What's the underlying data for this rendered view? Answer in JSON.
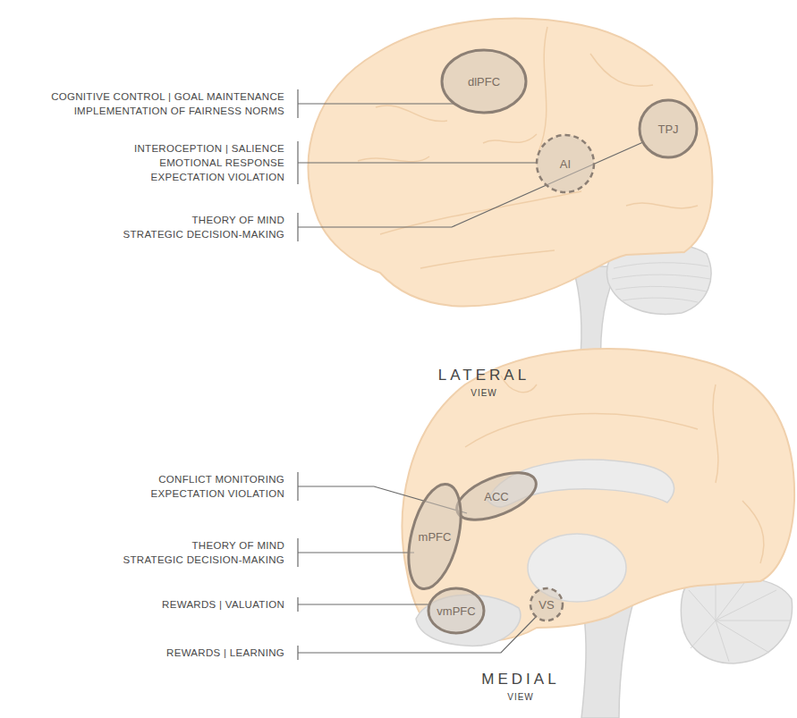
{
  "diagram": {
    "nodes": [
      {
        "text": [
          "dlPFC"
        ]
      },
      {
        "text": [
          "AI"
        ]
      },
      {
        "text": [
          "TPJ"
        ]
      },
      {
        "text": [
          "ACC"
        ]
      },
      {
        "text": [
          "mPFC"
        ]
      },
      {
        "text": [
          "vmPFC"
        ]
      },
      {
        "text": [
          "VS"
        ]
      }
    ],
    "labels": [
      "COGNITIVE CONTROL | GOAL MAINTENANCE IMPLEMENTATION OF FAIRNESS NORMS",
      "INTEROCEPTION | SALIENCE EMOTIONAL RESPONSE EXPECTATION VIOLATION",
      "THEORY OF MIND STRATEGIC DECISION-MAKING",
      "LATERAL",
      "VIEW",
      "CONFLICT MONITORING EXPECTATION VIOLATION",
      "THEORY OF MIND STRATEGIC DECISION-MAKING",
      "REWARDS | VALUATION",
      "REWARDS | LEARNING",
      "MEDIAL",
      "VIEW"
    ]
  }
}
